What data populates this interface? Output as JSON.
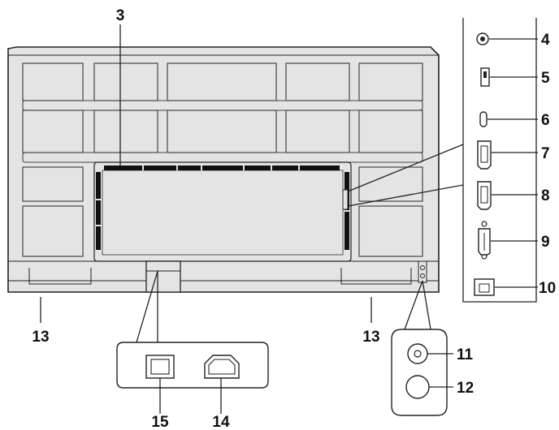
{
  "callouts": {
    "c3": "3",
    "c4": "4",
    "c5": "5",
    "c6": "6",
    "c7": "7",
    "c8": "8",
    "c9": "9",
    "c10": "10",
    "c11": "11",
    "c12": "12",
    "c13_left": "13",
    "c13_right": "13",
    "c14": "14",
    "c15": "15"
  },
  "colors": {
    "body_fill": "#e4e4e4",
    "line": "#222222",
    "vent_dots": "#111111"
  }
}
